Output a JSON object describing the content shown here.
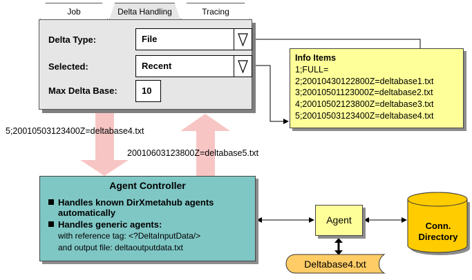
{
  "tabs": [
    "Job",
    "Delta Handling",
    "Tracing"
  ],
  "panel": {
    "delta_type_label": "Delta Type:",
    "delta_type_value": "File",
    "selected_label": "Selected:",
    "selected_value": "Recent",
    "max_delta_label": "Max Delta Base:",
    "max_delta_value": "10"
  },
  "info": {
    "title": "Info Items",
    "lines": [
      "1;FULL=",
      "2;20010430122800Z=deltabase1.txt",
      "3;20010501123000Z=deltabase2.txt",
      "4;20010502123800Z=deltabase3.txt",
      "5;20010503123400Z=deltabase4.txt"
    ]
  },
  "notes": {
    "down_note": "5;20010503123400Z=deltabase4.txt",
    "up_note": "20010603123800Z=deltabase5.txt"
  },
  "agent_controller": {
    "title": "Agent Controller",
    "bullet1_line1": "Handles known DirXmetahub agents",
    "bullet1_line2": "automatically",
    "bullet2": "Handles generic agents:",
    "sub1": "with reference tag: <?DeltaInputData/>",
    "sub2": "and output file: deltaoutputdata.txt"
  },
  "agent": "Agent",
  "directory": {
    "line1": "Conn.",
    "line2": "Directory"
  },
  "deltabase": "Deltabase4.txt",
  "colors": {
    "panel": "#e6e6e6",
    "info_bg": "#ffff99",
    "controller_bg": "#7fc7c5",
    "big_arrow": "#f7c6c4",
    "directory": "#ffcc00",
    "deltabase": "#ffcc66"
  }
}
